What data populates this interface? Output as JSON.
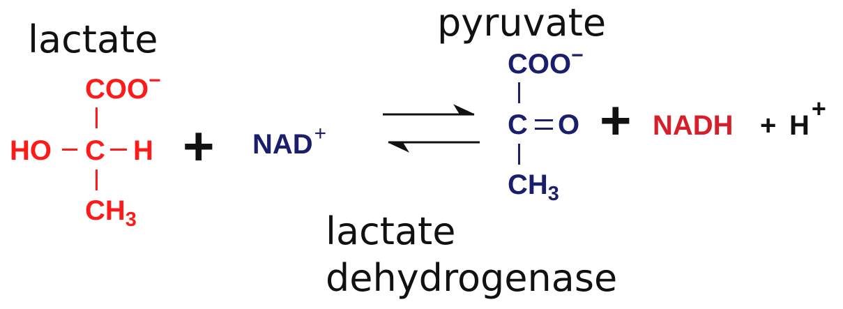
{
  "labels": {
    "lactate_title": "lactate",
    "pyruvate_title": "pyruvate",
    "enzyme_line1": "lactate",
    "enzyme_line2": "dehydrogenase"
  },
  "lactate": {
    "coo": "COO",
    "coo_charge": "−",
    "ho": "HO",
    "c": "C",
    "h": "H",
    "ch": "CH",
    "ch_sub": "3"
  },
  "plus_1": "+",
  "nad": {
    "text": "NAD",
    "charge": "+"
  },
  "pyruvate": {
    "coo": "COO",
    "coo_charge": "−",
    "c": "C",
    "o": "O",
    "ch": "CH",
    "ch_sub": "3"
  },
  "plus_2": "+",
  "nadh": "NADH",
  "plus_3": "+",
  "proton": {
    "text": "H",
    "charge": "+"
  },
  "colors": {
    "lactate": "#ff1a1a",
    "nad": "#1b1f6b",
    "pyruvate": "#1b1f6b",
    "nadh": "#d61f2a",
    "text": "#111111"
  }
}
